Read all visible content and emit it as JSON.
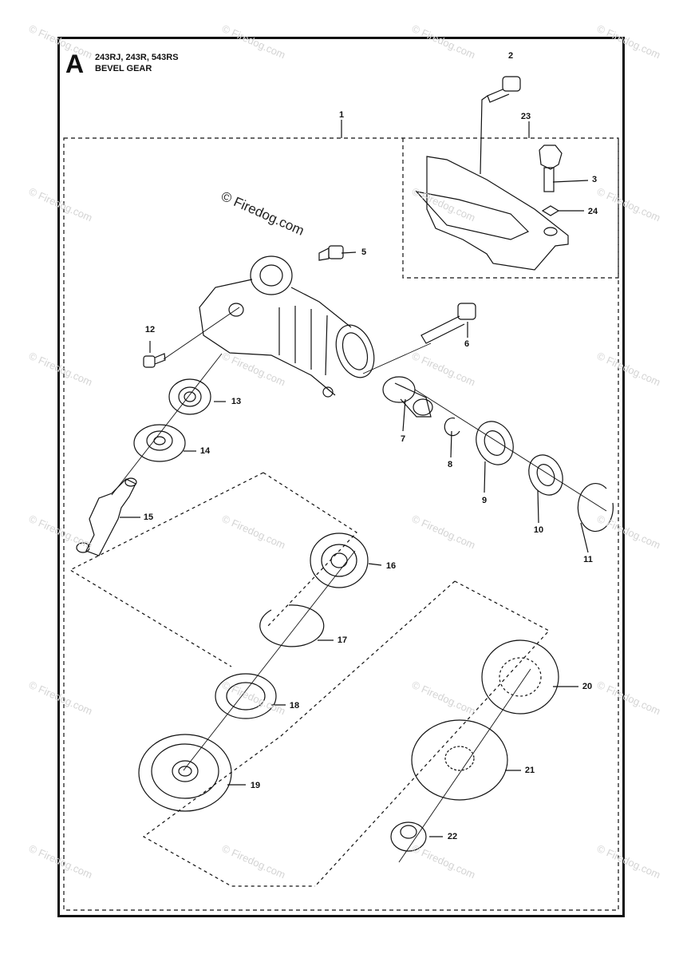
{
  "header": {
    "section_letter": "A",
    "models": "243RJ, 243R, 543RS",
    "title": "BEVEL GEAR"
  },
  "copyright": "© Firedog.com",
  "watermark_text": "© Firedog.com",
  "part_numbers": [
    "1",
    "2",
    "3",
    "5",
    "6",
    "7",
    "8",
    "9",
    "10",
    "11",
    "12",
    "13",
    "14",
    "15",
    "16",
    "17",
    "18",
    "19",
    "20",
    "21",
    "22",
    "23",
    "24"
  ],
  "colors": {
    "line": "#111111",
    "watermark": "#d4d4d4",
    "background": "#ffffff"
  }
}
